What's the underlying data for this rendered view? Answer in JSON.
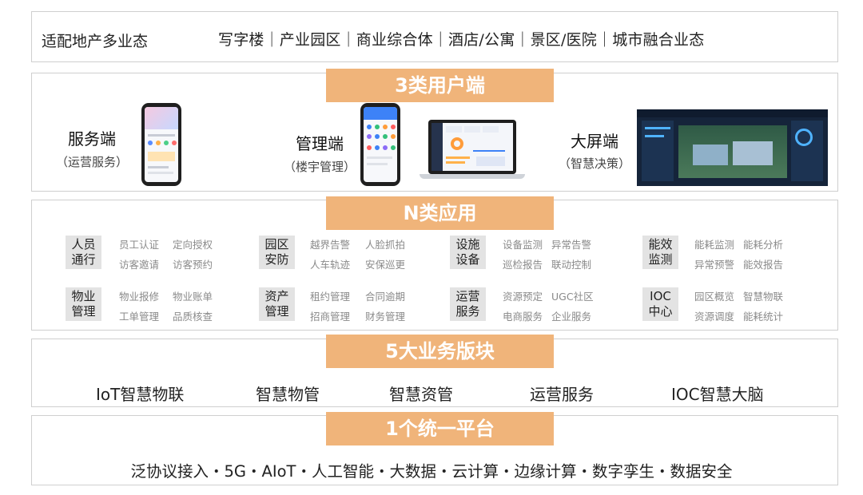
{
  "row1": {
    "label": "适配地产多业态",
    "items": "写字楼｜产业园区｜商业综合体｜酒店/公寓｜景区/医院｜城市融合业态"
  },
  "user_terminals": {
    "band": "3类用户端",
    "terminals": [
      {
        "name": "服务端",
        "sub": "（运营服务）"
      },
      {
        "name": "管理端",
        "sub": "（楼宇管理）"
      },
      {
        "name": "大屏端",
        "sub": "（智慧决策）"
      }
    ]
  },
  "applications": {
    "band": "N类应用",
    "groups": [
      {
        "tag": [
          "人员",
          "通行"
        ],
        "items": [
          [
            "员工认证",
            "定向授权"
          ],
          [
            "访客邀请",
            "访客预约"
          ]
        ]
      },
      {
        "tag": [
          "园区",
          "安防"
        ],
        "items": [
          [
            "越界告警",
            "人脸抓拍"
          ],
          [
            "人车轨迹",
            "安保巡更"
          ]
        ]
      },
      {
        "tag": [
          "设施",
          "设备"
        ],
        "items": [
          [
            "设备监测",
            "异常告警"
          ],
          [
            "巡检报告",
            "联动控制"
          ]
        ]
      },
      {
        "tag": [
          "能效",
          "监测"
        ],
        "items": [
          [
            "能耗监测",
            "能耗分析"
          ],
          [
            "异常预警",
            "能效报告"
          ]
        ]
      },
      {
        "tag": [
          "物业",
          "管理"
        ],
        "items": [
          [
            "物业报修",
            "物业账单"
          ],
          [
            "工单管理",
            "品质核查"
          ]
        ]
      },
      {
        "tag": [
          "资产",
          "管理"
        ],
        "items": [
          [
            "租约管理",
            "合同逾期"
          ],
          [
            "招商管理",
            "财务管理"
          ]
        ]
      },
      {
        "tag": [
          "运营",
          "服务"
        ],
        "items": [
          [
            "资源预定",
            "UGC社区"
          ],
          [
            "电商服务",
            "企业服务"
          ]
        ]
      },
      {
        "tag": [
          "IOC",
          "中心"
        ],
        "items": [
          [
            "园区概览",
            "智慧物联"
          ],
          [
            "资源调度",
            "能耗统计"
          ]
        ]
      }
    ]
  },
  "business_blocks": {
    "band": "5大业务版块",
    "items": [
      "IoT智慧物联",
      "智慧物管",
      "智慧资管",
      "运营服务",
      "IOC智慧大脑"
    ]
  },
  "platform": {
    "band": "1个统一平台",
    "tech": "泛协议接入・5G・AIoT・人工智能・大数据・云计算・边缘计算・数字孪生・数据安全"
  },
  "colors": {
    "band": "#f0b47a",
    "tag_bg": "#e3e3e3",
    "sub_text": "#8a8a8a",
    "border": "#cfcfcf"
  }
}
